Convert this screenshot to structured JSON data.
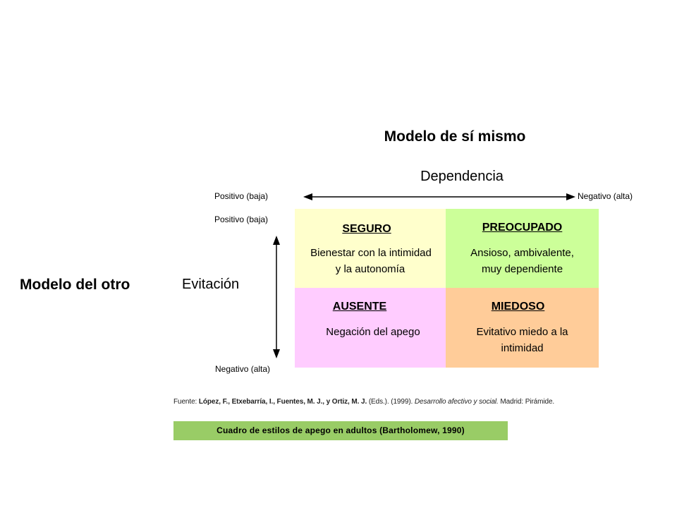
{
  "title_self_model": "Modelo de sí mismo",
  "dependence_label": "Dependencia",
  "dep_positive": "Positivo (baja)",
  "dep_negative": "Negativo (alta)",
  "avoid_positive": "Positivo (baja)",
  "avoid_negative": "Negativo (alta)",
  "title_other_model": "Modelo del otro",
  "avoidance_label": "Evitación",
  "quadrants": [
    {
      "title": "SEGURO",
      "desc_line1": "Bienestar con la intimidad",
      "desc_line2": "y la autonomía",
      "color": "#ffffcc"
    },
    {
      "title": "PREOCUPADO",
      "desc_line1": "Ansioso, ambivalente,",
      "desc_line2": "muy dependiente",
      "color": "#ccff99"
    },
    {
      "title": "AUSENTE",
      "desc_line1": "Negación del apego",
      "desc_line2": "",
      "color": "#ffccff"
    },
    {
      "title": "MIEDOSO",
      "desc_line1": "Evitativo miedo a la",
      "desc_line2": "intimidad",
      "color": "#ffcc99"
    }
  ],
  "source": {
    "prefix": "Fuente: ",
    "authors": "López, F., Etxebarría, I., Fuentes, M. J., y Ortiz, M. J.",
    "eds_year": " (Eds.). (1999). ",
    "book": "Desarrollo afectivo y social.",
    "publisher": " Madrid: Pirámide."
  },
  "caption": "Cuadro de estilos de apego en adultos (Bartholomew, 1990)",
  "colors": {
    "caption_bg": "#99cc66",
    "arrow": "#000000"
  }
}
